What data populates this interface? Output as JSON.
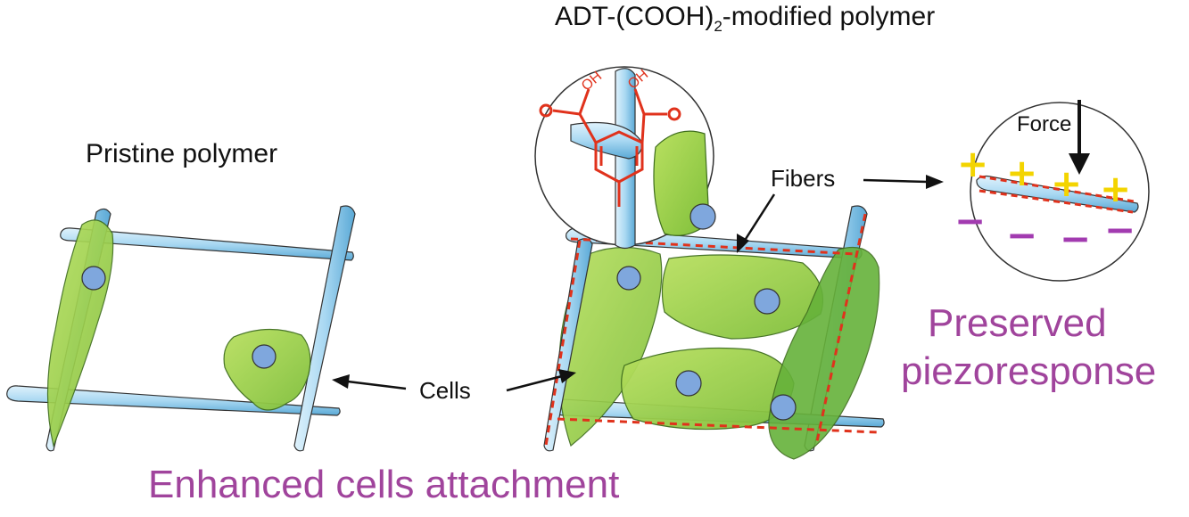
{
  "labels": {
    "modified_title_prefix": "ADT-(COOH)",
    "modified_title_sub": "2",
    "modified_title_suffix": "-modified polymer",
    "pristine_title": "Pristine polymer",
    "fibers": "Fibers",
    "cells": "Cells",
    "force": "Force",
    "preserved_line1": "Preserved",
    "preserved_line2": "piezoresponse",
    "enhanced": "Enhanced cells attachment",
    "oh_left": "OH",
    "oh_right": "OH"
  },
  "charges": {
    "positive": "+",
    "negative": "−"
  },
  "colors": {
    "fiber": "#a9d8f2",
    "fiber_dark": "#5aa9d6",
    "cell": "#9ccf4a",
    "cell_dark": "#6cb33a",
    "nucleus": "#7fa7dd",
    "chem_red": "#e0321c",
    "accent_magenta": "#a0449c",
    "plus_yellow": "#f3d400",
    "minus_purple": "#a23bb0"
  }
}
